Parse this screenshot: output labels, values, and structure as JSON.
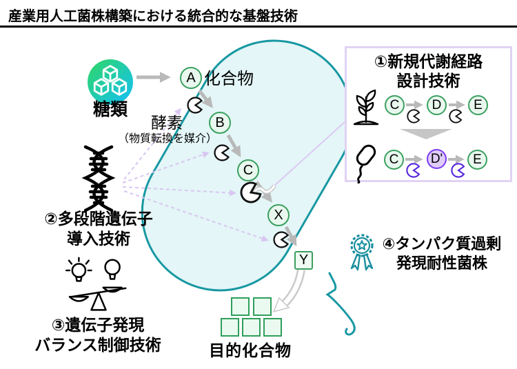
{
  "title": "産業用人工菌株構築における統合的な基盤技術",
  "sugar": {
    "label": "糖類"
  },
  "pathway": {
    "compound_label": "化合物",
    "enzyme_label": "酵素",
    "enzyme_note": "（物質転換を媒介）",
    "nodes": [
      "A",
      "B",
      "C",
      "X",
      "Y"
    ]
  },
  "product": {
    "label": "目的化合物"
  },
  "technologies": [
    {
      "label_lines": [
        "①新規代謝経路",
        "設計技術"
      ]
    },
    {
      "label_lines": [
        "②多段階遺伝子",
        "導入技術"
      ]
    },
    {
      "label_lines": [
        "③遺伝子発現",
        "バランス制御技術"
      ]
    },
    {
      "label_lines": [
        "④タンパク質過剰",
        "発現耐性菌株"
      ]
    }
  ],
  "design_box": {
    "row_native": [
      "C",
      "D",
      "E"
    ],
    "row_engineered": [
      "C",
      "D'",
      "E"
    ]
  },
  "icons": {
    "sugar": "sugar-cubes-icon",
    "dna": "dna-helix-icon",
    "balance": "balance-lightbulbs-icon",
    "plant": "plant-icon",
    "bacterium": "bacterium-icon",
    "medal": "award-ribbon-icon",
    "enzyme": "pacman-enzyme-icon"
  },
  "colors": {
    "cell_outline": "#1798a2",
    "cell_fill": "#e4f6f7",
    "node_border": "#3aa05f",
    "node_fill": "#e9f8ef",
    "variant_node_border": "#7b3af2",
    "variant_node_fill": "#dfccf8",
    "variant_enzyme": "#5b2ce0",
    "arrow_gray": "#b9b9b9",
    "dashed_lavender": "#d9c6f2",
    "box_border": "#e0d2f4",
    "medal_teal": "#1a8f9e",
    "sugar_gradient_start": "#2ed573",
    "sugar_gradient_end": "#16c2ea"
  }
}
